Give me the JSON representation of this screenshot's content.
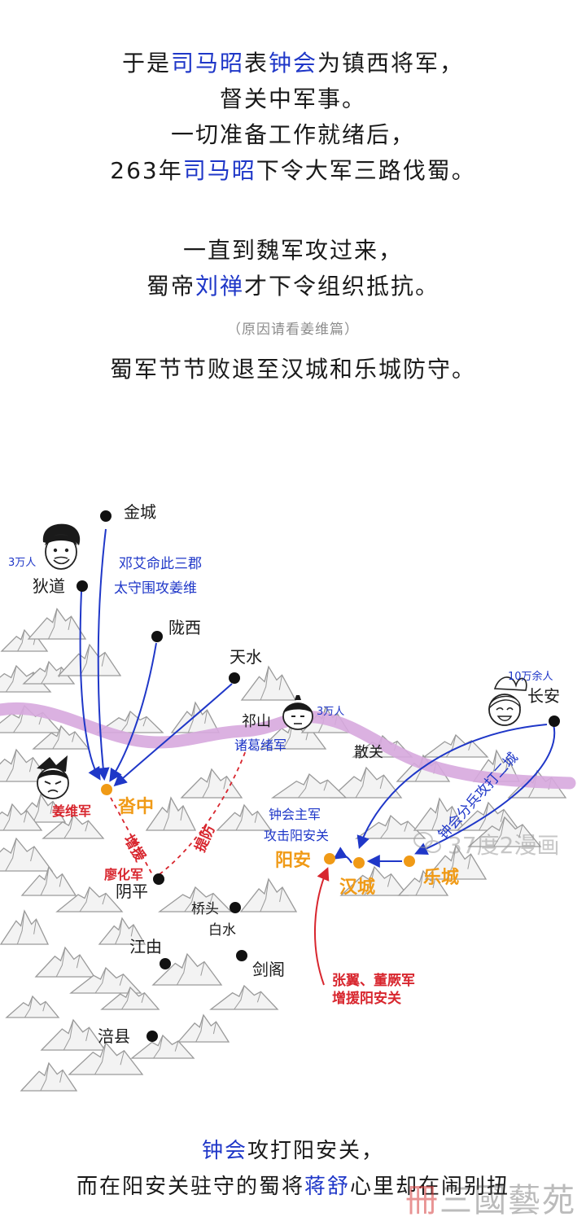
{
  "intro": {
    "l1": [
      "于是",
      "司马昭",
      "表",
      "钟会",
      "为镇西将军，"
    ],
    "l2": "督关中军事。",
    "l3": "一切准备工作就绪后，",
    "l4": [
      "263年",
      "司马昭",
      "下令大军三路伐蜀。"
    ],
    "l5": "一直到魏军攻过来，",
    "l6": [
      "蜀帝",
      "刘禅",
      "才下令组织抵抗。"
    ],
    "note": "（原因请看姜维篇）",
    "l7": "蜀军节节败退至汉城和乐城防守。"
  },
  "map": {
    "places": {
      "jincheng": "金城",
      "didao": "狄道",
      "longxi": "陇西",
      "tianshui": "天水",
      "qishan": "祁山",
      "sanguan": "散关",
      "changan": "长安",
      "tazhong": "沓中",
      "yinping": "阴平",
      "qiaotou": "桥头",
      "baishui": "白水",
      "jiangyou": "江由",
      "jiange": "剑阁",
      "fuxian": "涪县",
      "yangan": "阳安",
      "hancheng": "汉城",
      "lecheng": "乐城"
    },
    "annotations": {
      "didao_troops": "3万人",
      "qishan_troops": "3万人",
      "changan_troops": "10万余人",
      "deng_ai_1": "邓艾命此三郡",
      "deng_ai_2": "太守围攻姜维",
      "zhuge_army": "诸葛绪军",
      "jiang_wei_army": "姜维军",
      "reinforce": "增援",
      "guard": "提防",
      "liao_hua_army": "廖化军",
      "zhong_main_1": "钟会主军",
      "zhong_main_2": "攻击阳安关",
      "zhong_split": "钟会分兵攻打二城",
      "zhang_dong_1": "张翼、董厥军",
      "zhang_dong_2": "增援阳安关"
    },
    "watermark": "37度2漫画",
    "colors": {
      "blue": "#1f37c8",
      "orange": "#f09a16",
      "red": "#d8262e",
      "purple": "#d7a9de",
      "black": "#111111"
    }
  },
  "bottom": {
    "l1": [
      "钟会",
      "攻打阳安关，"
    ],
    "l2": [
      "而在阳安关驻守的蜀将",
      "蒋舒",
      "心里却在闹别扭"
    ]
  },
  "logo": [
    "冊",
    "三國藝苑"
  ]
}
